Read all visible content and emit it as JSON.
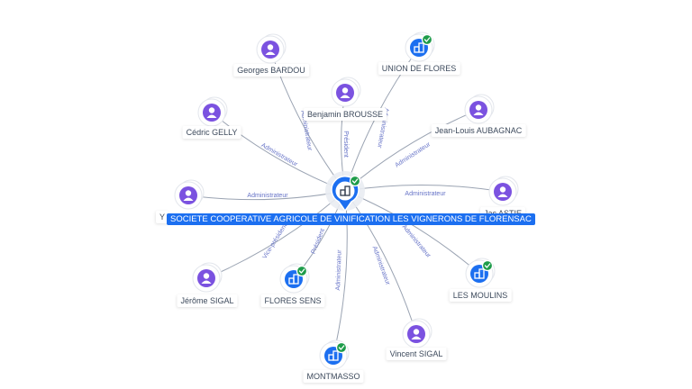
{
  "center": {
    "label": "SOCIETE COOPERATIVE AGRICOLE DE VINIFICATION LES VIGNERONS DE FLORENSAC",
    "kind": "company",
    "verified": true
  },
  "colors": {
    "person": "#7b52e0",
    "company": "#1c6ff0",
    "verified": "#1e9c4a",
    "edge": "#9aa3b2",
    "edge_label": "#6673c7"
  },
  "icons": {
    "person": "person-icon",
    "company": "building-icon",
    "verified": "check-badge-icon"
  },
  "nodes": [
    {
      "id": "georges",
      "label": "Georges BARDOU",
      "kind": "person",
      "verified": false,
      "relation": "Administrateur"
    },
    {
      "id": "benjamin",
      "label": "Benjamin BROUSSE",
      "kind": "person",
      "verified": false,
      "relation": "Président"
    },
    {
      "id": "union",
      "label": "UNION DE FLORES",
      "kind": "company",
      "verified": true,
      "relation": "Administrateur"
    },
    {
      "id": "cedric",
      "label": "Cédric GELLY",
      "kind": "person",
      "verified": false,
      "relation": "Administrateur"
    },
    {
      "id": "jeanlouis",
      "label": "Jean-Louis AUBAGNAC",
      "kind": "person",
      "verified": false,
      "relation": "Administrateur"
    },
    {
      "id": "y",
      "label": "Y",
      "kind": "person",
      "verified": false,
      "relation": "Administrateur"
    },
    {
      "id": "astie",
      "label": "Jac ASTIE",
      "kind": "person",
      "verified": false,
      "relation": "Administrateur"
    },
    {
      "id": "jerome",
      "label": "Jérôme SIGAL",
      "kind": "person",
      "verified": false,
      "relation": "Vice-président"
    },
    {
      "id": "flores",
      "label": "FLORES SENS",
      "kind": "company",
      "verified": true,
      "relation": "Président"
    },
    {
      "id": "moulins",
      "label": "LES MOULINS",
      "kind": "company",
      "verified": true,
      "relation": "Administrateur"
    },
    {
      "id": "montmasso",
      "label": "MONTMASSO",
      "kind": "company",
      "verified": true,
      "relation": "Administrateur"
    },
    {
      "id": "vincent",
      "label": "Vincent SIGAL",
      "kind": "person",
      "verified": false,
      "relation": "Administrateur"
    }
  ]
}
